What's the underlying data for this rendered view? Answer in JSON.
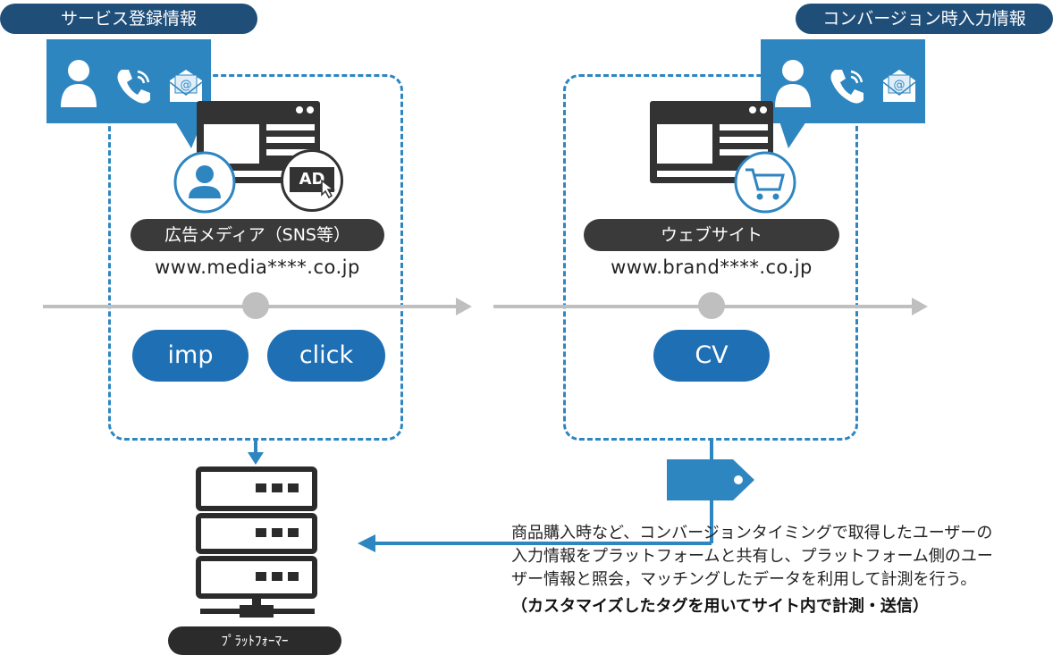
{
  "left_header": "サービス登録情報",
  "right_header": "コンバージョン時入力情報",
  "left_site": {
    "label": "広告メディア（SNS等）",
    "url": "www.media****.co.jp",
    "ad_badge": "AD"
  },
  "right_site": {
    "label": "ウェブサイト",
    "url": "www.brand****.co.jp"
  },
  "metrics": {
    "imp": "imp",
    "click": "click",
    "cv": "CV"
  },
  "description": {
    "line1": "商品購入時など、コンバージョンタイミングで取得したユーザーの",
    "line2": "入力情報をプラットフォームと共有し、プラットフォーム側のユー",
    "line3": "ザー情報と照会，マッチングしたデータを利用して計測を行う。",
    "note": "（カスタマイズしたタグを用いてサイト内で計測・送信）"
  },
  "platform_label": "ﾌﾟﾗｯﾄﾌｫｰﾏｰ",
  "icons": [
    "user-icon",
    "phone-icon",
    "mail-icon",
    "browser-icon",
    "ad-icon",
    "cart-icon",
    "tag-icon",
    "server-icon"
  ],
  "colors": {
    "dark_blue": "#1f4e79",
    "accent_blue": "#2e86c1",
    "metric_blue": "#1f6fb5",
    "dark": "#3a3a3a",
    "gray": "#bfbfbf"
  }
}
